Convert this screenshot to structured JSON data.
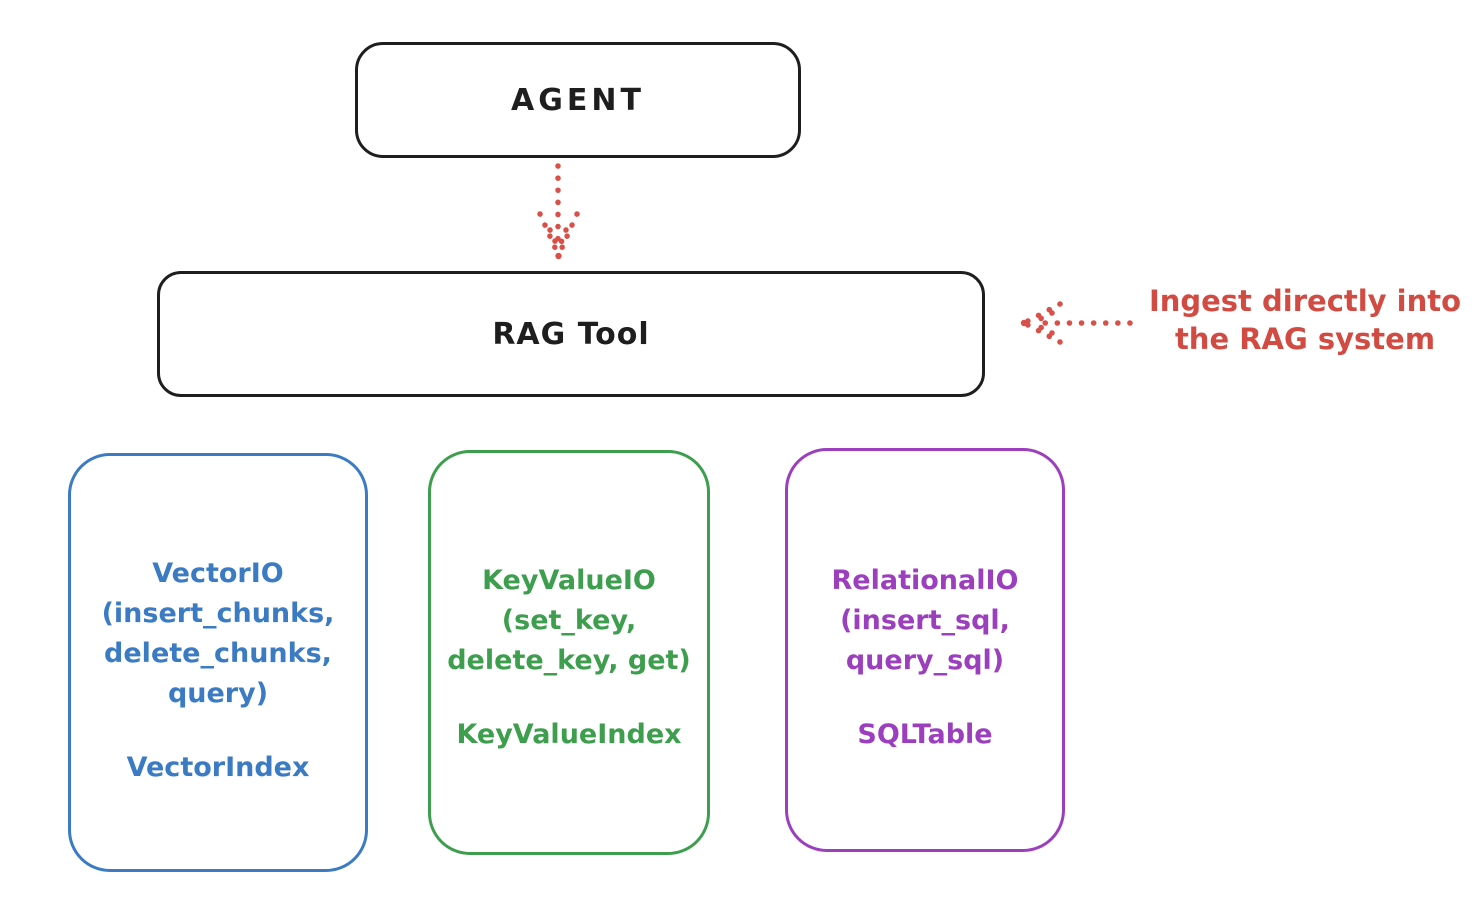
{
  "agent_box": {
    "label": "AGENT"
  },
  "rag_box": {
    "label": "RAG Tool"
  },
  "annotation": {
    "line1": "Ingest directly into",
    "line2": "the RAG system"
  },
  "cards": [
    {
      "id": "vector-io",
      "lines": [
        "VectorIO",
        "(insert_chunks,",
        "delete_chunks,",
        "query)"
      ],
      "footer": "VectorIndex",
      "color": "#3b7bc4"
    },
    {
      "id": "keyvalue-io",
      "lines": [
        "KeyValueIO",
        "(set_key,",
        "delete_key, get)"
      ],
      "footer": "KeyValueIndex",
      "color": "#3d9e4d"
    },
    {
      "id": "relational-io",
      "lines": [
        "RelationalIO",
        "(insert_sql,",
        "query_sql)"
      ],
      "footer": "SQLTable",
      "color": "#9c3fbe"
    }
  ],
  "colors": {
    "stroke": "#1e1e1e",
    "accent_red": "#d24b42",
    "blue": "#3b7bc4",
    "green": "#3d9e4d",
    "purple": "#9c3fbe",
    "background": "#ffffff"
  }
}
